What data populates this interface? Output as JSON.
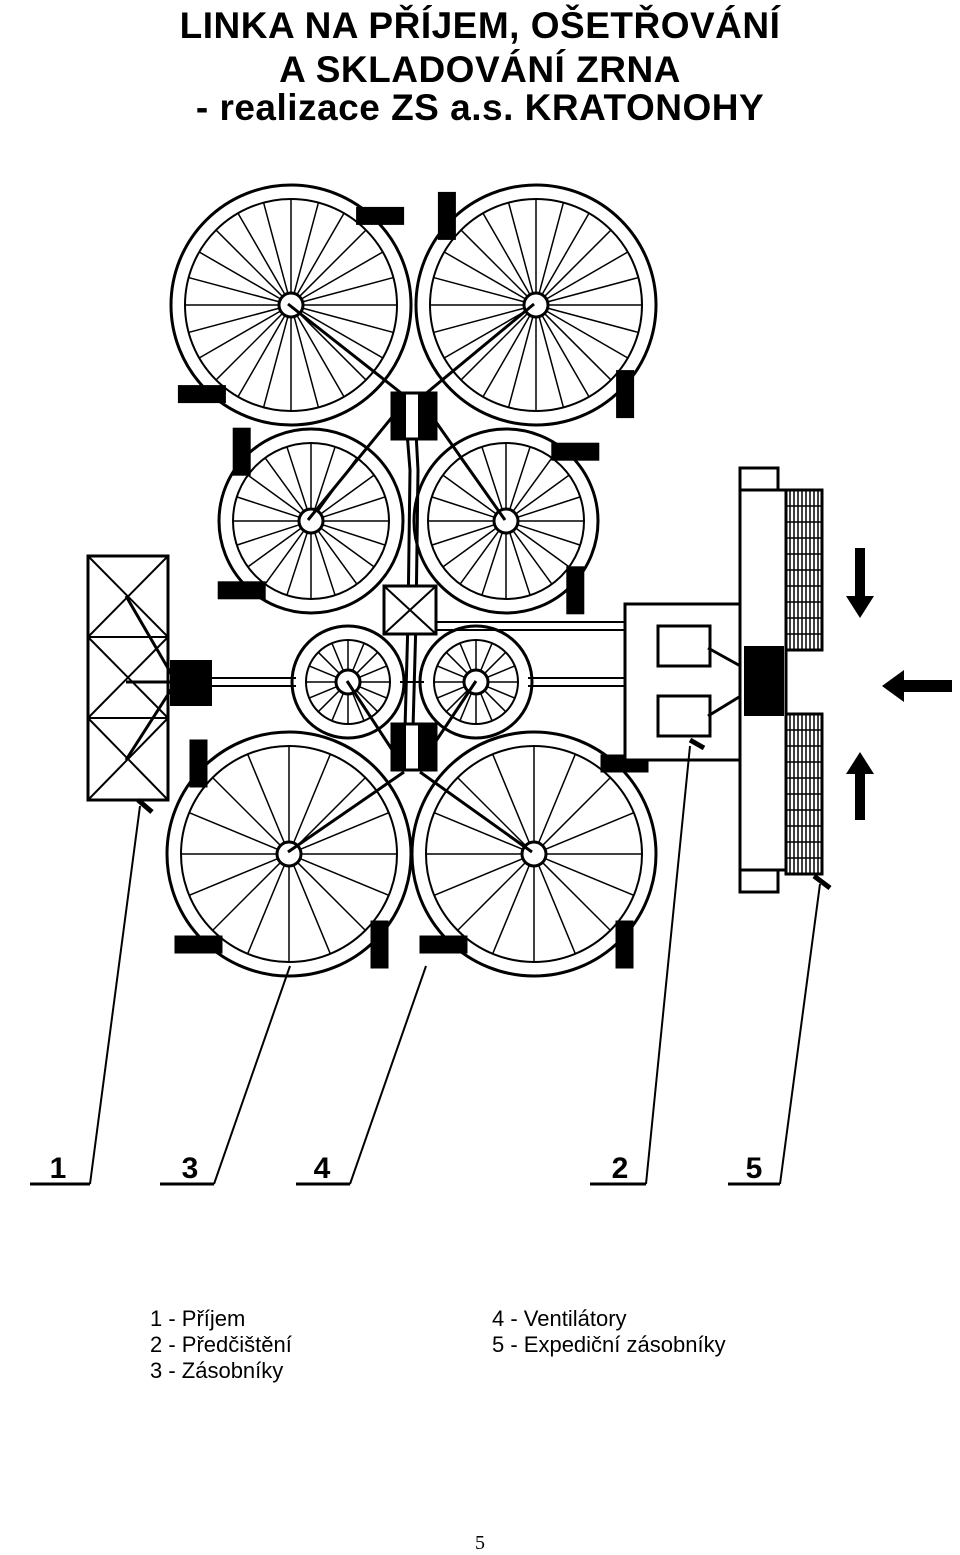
{
  "title": {
    "line1": "LINKA NA PŘÍJEM, OŠETŘOVÁNÍ",
    "line2": "A SKLADOVÁNÍ ZRNA",
    "line3": "- realizace ZS a.s. KRATONOHY"
  },
  "callouts": [
    "5",
    "3",
    "4",
    "2",
    "1"
  ],
  "legend": {
    "left": [
      "1 - Příjem",
      "2 - Předčištění",
      "3 - Zásobníky"
    ],
    "right": [
      "4 - Ventilátory",
      "5 - Expediční zásobníky"
    ]
  },
  "page_number": "5"
}
